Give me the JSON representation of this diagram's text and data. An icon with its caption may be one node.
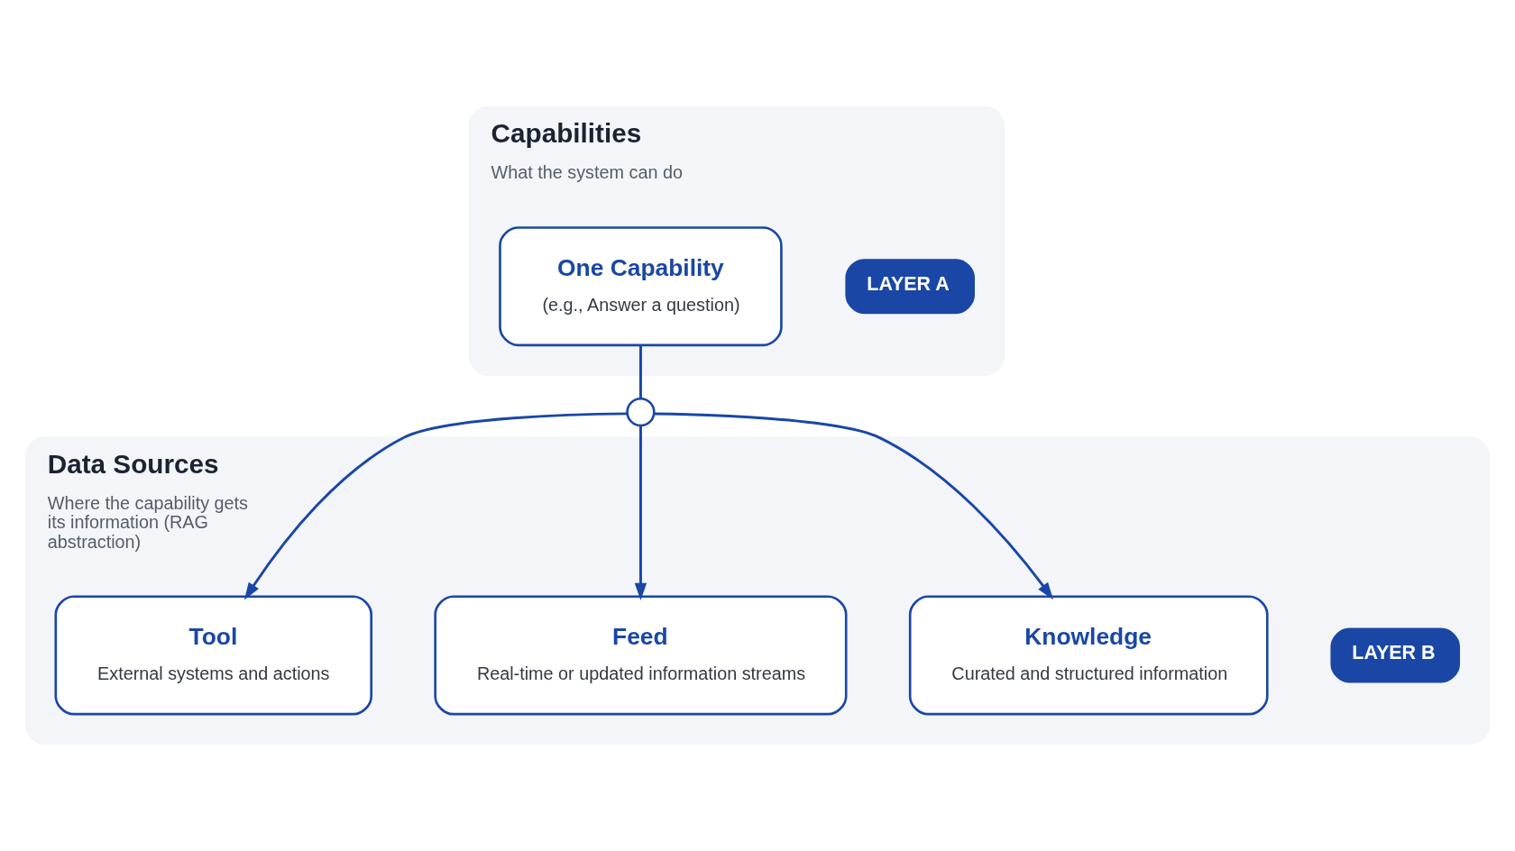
{
  "diagram": {
    "nodes": [
      {
        "text": [
          "Capabilities",
          "What the system can do"
        ]
      },
      {
        "text": [
          "LAYER A"
        ],
        "in": 0
      },
      {
        "text": [
          "One Capability",
          "(e.g., Answer a question)"
        ],
        "in": 0
      },
      {
        "text": [],
        "shape": "circle"
      },
      {
        "text": [
          "Data Sources",
          "Where the capability gets its information (RAG abstraction)"
        ]
      },
      {
        "text": [
          "LAYER B"
        ],
        "in": 4
      },
      {
        "text": [
          "Knowledge",
          "Curated and structured information"
        ],
        "in": 4
      },
      {
        "text": [
          "Feed",
          "Real-time or updated information streams"
        ],
        "in": 4
      },
      {
        "text": [
          "Tool",
          "External systems and actions"
        ],
        "in": 4
      }
    ],
    "edges": [
      {
        "from": 2,
        "to": 3,
        "arrow": "none"
      },
      {
        "from": 3,
        "to": 6,
        "arrow": "to"
      },
      {
        "from": 3,
        "to": 7,
        "arrow": "to"
      },
      {
        "from": 3,
        "to": 8,
        "arrow": "to"
      }
    ]
  }
}
